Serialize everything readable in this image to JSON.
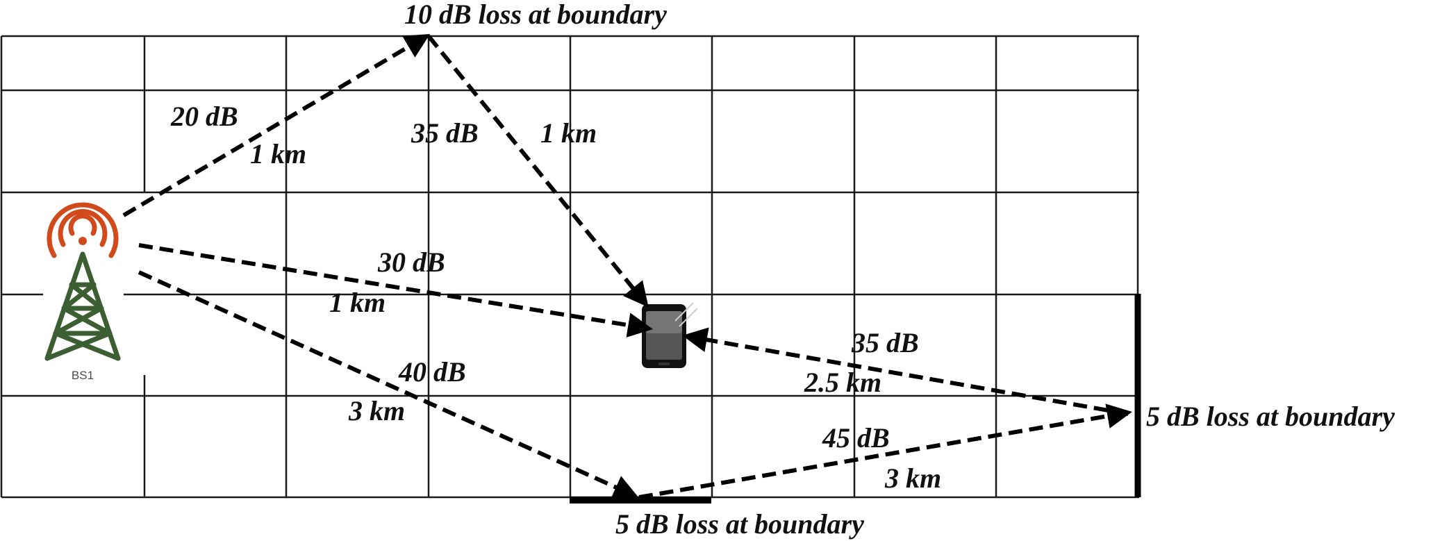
{
  "colors": {
    "grid": "#1a1a1a",
    "paths": "#000000",
    "tower": "#3b5e32",
    "signal": "#d04a1c",
    "device": "#111111"
  },
  "icons": {
    "base_station": "antenna-tower-icon",
    "mobile": "mobile-device-icon"
  },
  "base_station": {
    "label": "BS1"
  },
  "boundaries": {
    "top": "10 dB  loss at boundary",
    "right": "5 dB loss at boundary",
    "bottom": "5 dB loss at boundary"
  },
  "paths": [
    {
      "id": "bs-to-top",
      "loss": "20 dB",
      "distance": "1 km"
    },
    {
      "id": "top-to-mobile",
      "loss": "35 dB",
      "distance": "1 km"
    },
    {
      "id": "bs-to-mobile",
      "loss": "30 dB",
      "distance": "1 km"
    },
    {
      "id": "bs-to-bottom",
      "loss": "40 dB",
      "distance": "3 km"
    },
    {
      "id": "right-to-mobile",
      "loss": "35 dB",
      "distance": "2.5 km"
    },
    {
      "id": "bottom-to-right",
      "loss": "45 dB",
      "distance": "3 km"
    }
  ]
}
